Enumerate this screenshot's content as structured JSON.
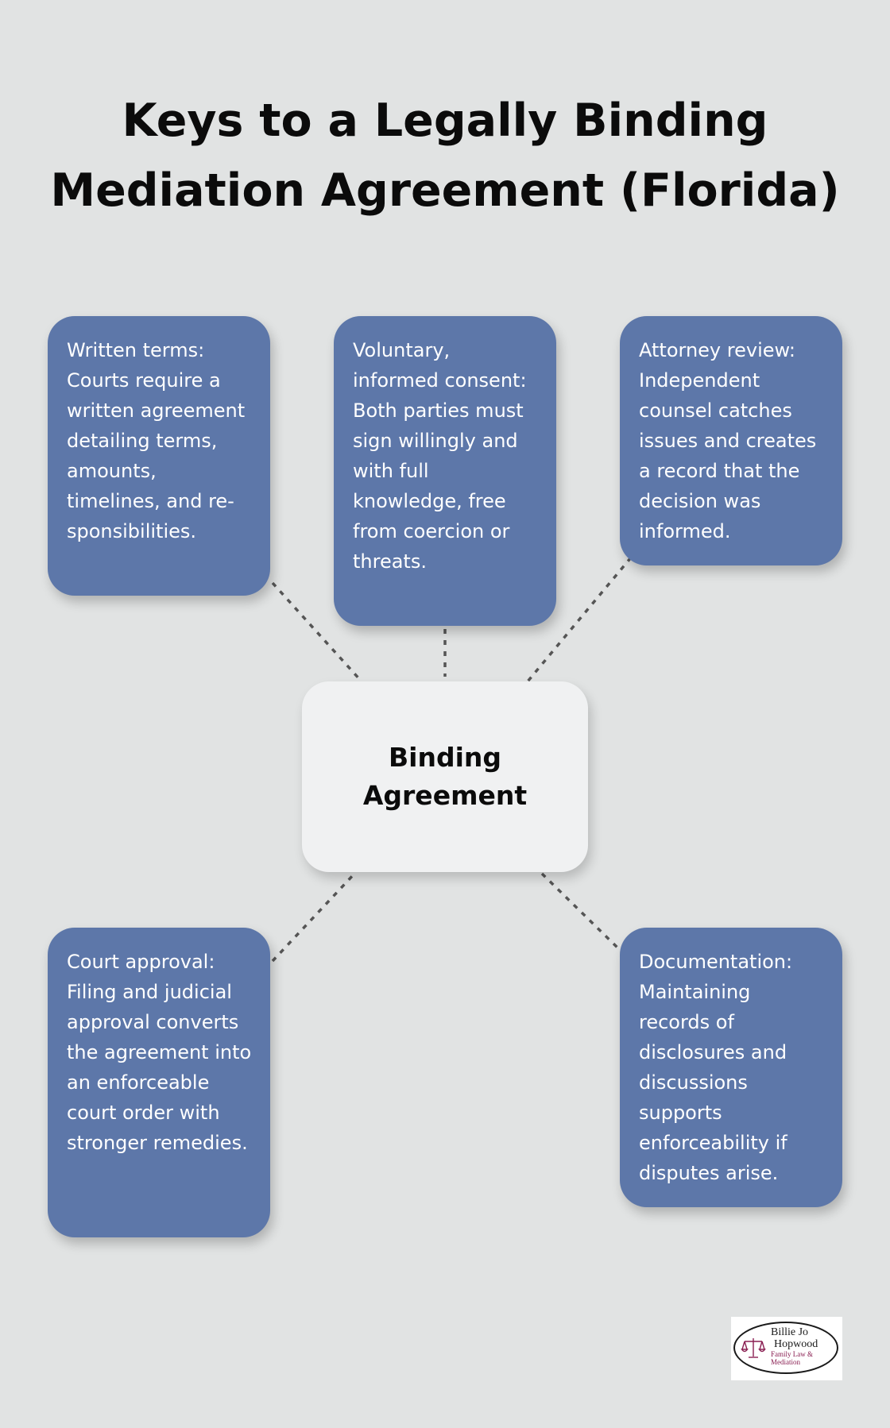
{
  "title": {
    "line1": "Keys to a Legally Binding",
    "line2": "Mediation Agreement (Florida)"
  },
  "center": {
    "label": "Binding Agreement"
  },
  "cards": [
    {
      "text": "Written terms: Courts require a written agreement detailing terms, amounts, timelines, and re-sponsibilities."
    },
    {
      "text": "Voluntary, informed consent: Both parties must sign willingly and with full knowledge, free from coercion or threats."
    },
    {
      "text": "Attorney review: Independent counsel catches issues and creates a record that the decision was informed."
    },
    {
      "text": "Court approval: Filing and judicial approval converts the agreement into an enforceable court order with stronger remedies."
    },
    {
      "text": "Documentation: Maintaining records of disclosures and discussions supports enforceability if disputes arise."
    }
  ],
  "logo": {
    "name_line1": "Billie Jo",
    "name_line2": "Hopwood",
    "sub_line1": "Family Law &",
    "sub_line2": "Mediation",
    "icon": "scales-of-justice-icon"
  },
  "colors": {
    "background": "#e1e3e3",
    "card": "#5d77a9",
    "center": "#f0f1f2",
    "connector": "#555555",
    "logo_accent": "#8a1f52"
  }
}
